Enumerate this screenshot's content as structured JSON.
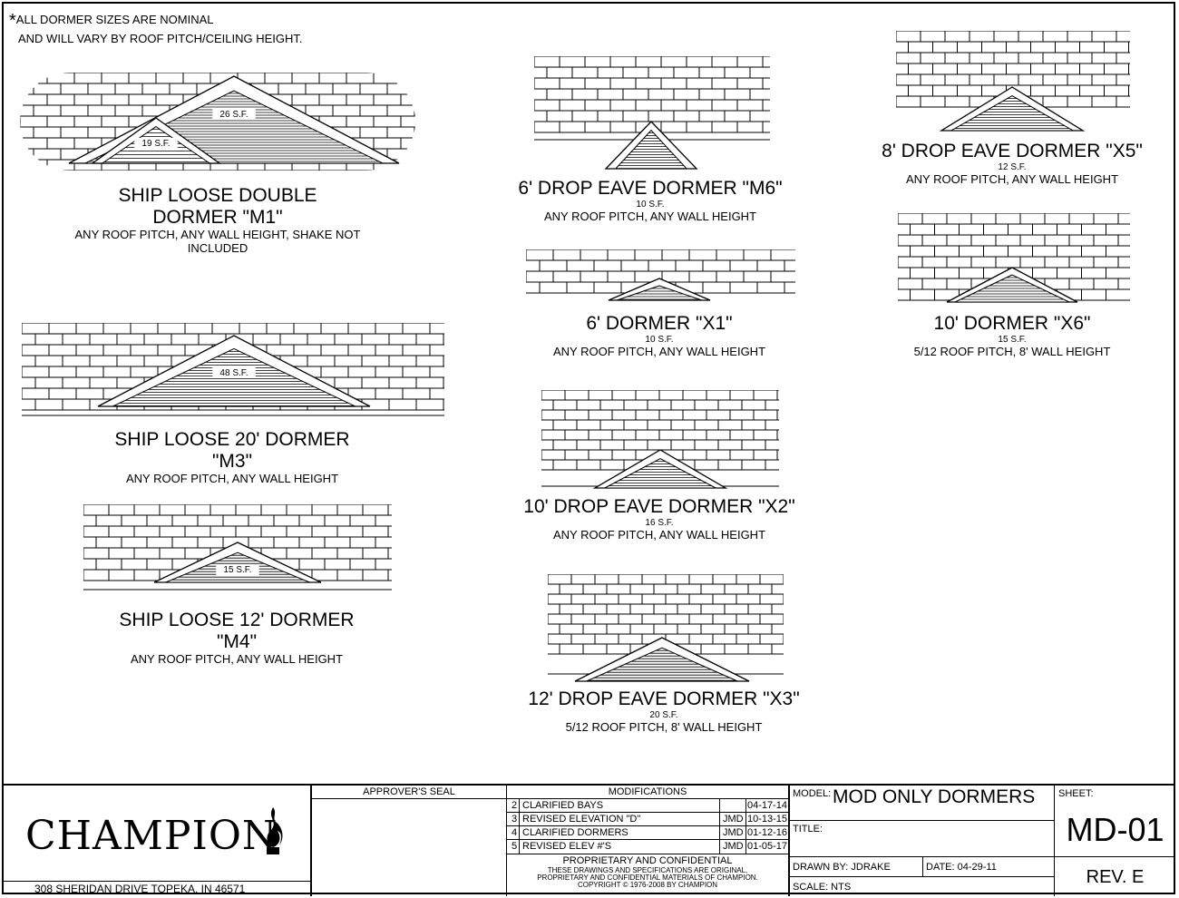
{
  "note": {
    "star": "*",
    "line1": "ALL DORMER SIZES ARE NOMINAL",
    "line2": "AND WILL VARY BY ROOF PITCH/CEILING HEIGHT."
  },
  "dormers": {
    "m1": {
      "title1": "SHIP LOOSE DOUBLE",
      "title2": "DORMER \"M1\"",
      "desc1": "ANY ROOF PITCH, ANY WALL HEIGHT, SHAKE NOT",
      "desc2": "INCLUDED",
      "sf_large": "26 S.F.",
      "sf_small": "19 S.F."
    },
    "m3": {
      "title1": "SHIP LOOSE 20' DORMER",
      "title2": "\"M3\"",
      "desc": "ANY ROOF PITCH, ANY WALL HEIGHT",
      "sf": "48 S.F."
    },
    "m4": {
      "title1": "SHIP LOOSE 12' DORMER",
      "title2": "\"M4\"",
      "desc": "ANY ROOF PITCH, ANY WALL HEIGHT",
      "sf": "15 S.F."
    },
    "m6": {
      "title": "6' DROP EAVE DORMER \"M6\"",
      "sf": "10 S.F.",
      "desc": "ANY ROOF PITCH, ANY WALL HEIGHT"
    },
    "x1": {
      "title": "6' DORMER \"X1\"",
      "sf": "10 S.F.",
      "desc": "ANY ROOF PITCH, ANY WALL HEIGHT"
    },
    "x2": {
      "title": "10'  DROP EAVE DORMER \"X2\"",
      "sf": "16 S.F.",
      "desc": "ANY ROOF PITCH, ANY WALL HEIGHT"
    },
    "x3": {
      "title": "12'  DROP EAVE DORMER \"X3\"",
      "sf": "20 S.F.",
      "desc": "5/12 ROOF PITCH, 8' WALL HEIGHT"
    },
    "x5": {
      "title": "8'  DROP EAVE  DORMER \"X5\"",
      "sf": "12 S.F.",
      "desc": "ANY ROOF PITCH, ANY WALL HEIGHT"
    },
    "x6": {
      "title": "10'  DORMER \"X6\"",
      "sf": "15 S.F.",
      "desc": "5/12 ROOF PITCH, 8' WALL HEIGHT"
    }
  },
  "title_block": {
    "company": "CHAMPION",
    "address": "308 SHERIDAN DRIVE TOPEKA, IN  46571",
    "approvers_seal": "APPROVER'S SEAL",
    "modifications_header": "MODIFICATIONS",
    "modifications": [
      {
        "num": "2",
        "desc": "CLARIFIED BAYS",
        "by": "",
        "date": "04-17-14"
      },
      {
        "num": "3",
        "desc": "REVISED ELEVATION \"D\"",
        "by": "JMD",
        "date": "10-13-15"
      },
      {
        "num": "4",
        "desc": "CLARIFIED DORMERS",
        "by": "JMD",
        "date": "01-12-16"
      },
      {
        "num": "5",
        "desc": "REVISED ELEV #'S",
        "by": "JMD",
        "date": "01-05-17"
      }
    ],
    "proprietary_title": "PROPRIETARY AND CONFIDENTIAL",
    "proprietary_line1": "THESE DRAWINGS AND SPECIFICATIONS ARE ORIGINAL,",
    "proprietary_line2": "PROPRIETARY AND CONFIDENTIAL MATERIALS OF CHAMPION.",
    "copyright": "COPYRIGHT © 1976-2008 BY CHAMPION",
    "model_label": "MODEL:",
    "model_value": "MOD ONLY DORMERS",
    "title_label": "TITLE:",
    "drawn_by": "DRAWN BY:  JDRAKE",
    "date": "DATE:  04-29-11",
    "scale": "SCALE: NTS",
    "sheet_label": "SHEET:",
    "sheet_value": "MD-01",
    "rev": "REV. E"
  }
}
